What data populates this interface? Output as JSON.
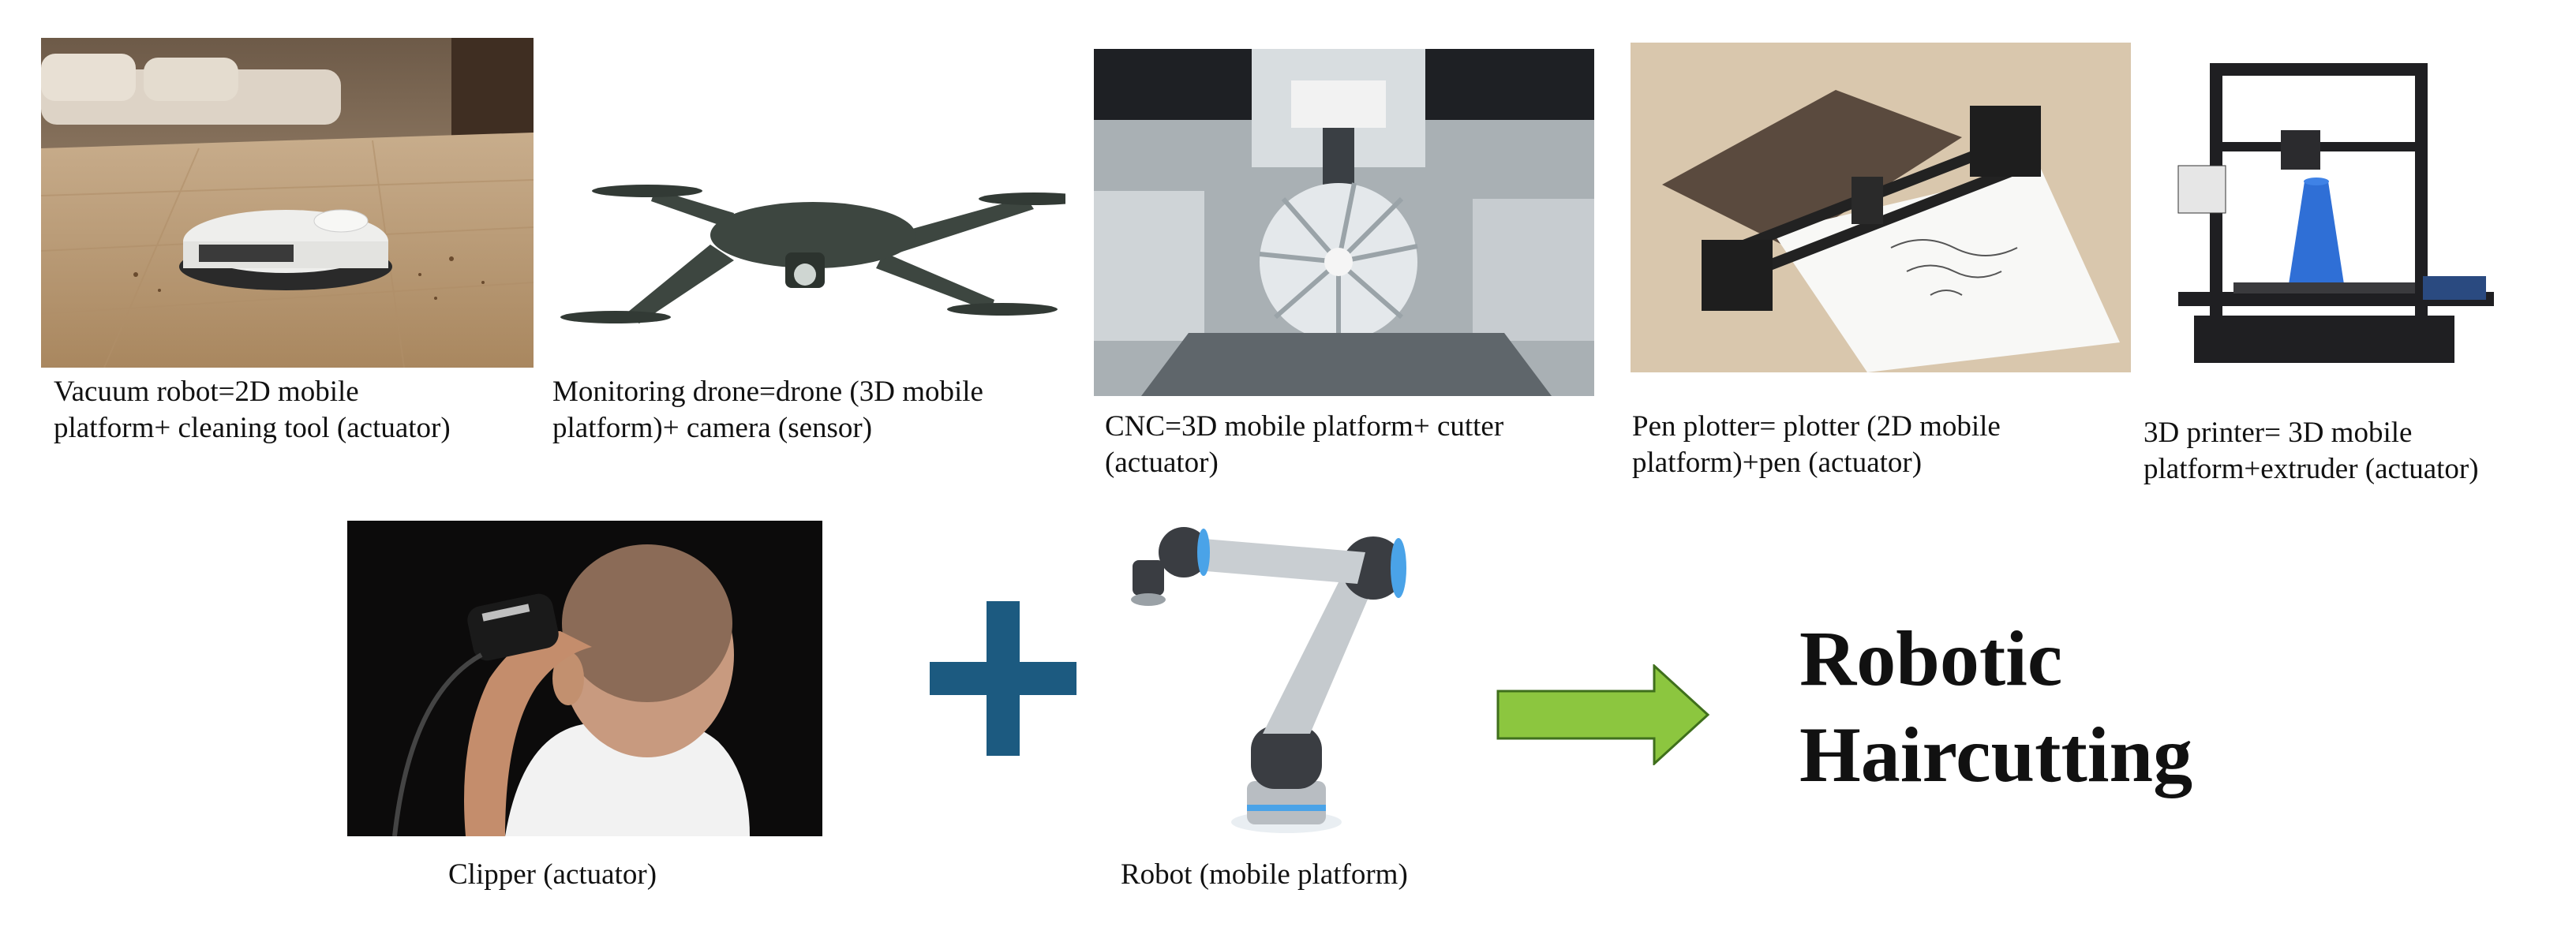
{
  "examples": [
    {
      "id": "vacuum",
      "caption_lines": [
        "Vacuum robot=2D mobile",
        "platform+ cleaning tool (actuator)"
      ],
      "icon": "vacuum-robot-photo"
    },
    {
      "id": "drone",
      "caption_lines": [
        "Monitoring drone=drone (3D mobile",
        "platform)+ camera (sensor)"
      ],
      "icon": "drone-photo"
    },
    {
      "id": "cnc",
      "caption_lines": [
        "CNC=3D mobile platform+ cutter",
        "(actuator)"
      ],
      "icon": "cnc-machine-photo"
    },
    {
      "id": "plotter",
      "caption_lines": [
        "Pen plotter= plotter (2D mobile",
        "platform)+pen (actuator)"
      ],
      "icon": "pen-plotter-photo"
    },
    {
      "id": "printer",
      "caption_lines": [
        "3D printer=  3D mobile",
        "platform+extruder (actuator)"
      ],
      "icon": "3d-printer-photo"
    }
  ],
  "equation": {
    "clipper_caption": "Clipper (actuator)",
    "robot_caption": "Robot (mobile platform)",
    "result_lines": [
      "Robotic",
      "Haircutting"
    ],
    "plus_color": "#1c5a80",
    "arrow_color": "#8cc63f"
  }
}
